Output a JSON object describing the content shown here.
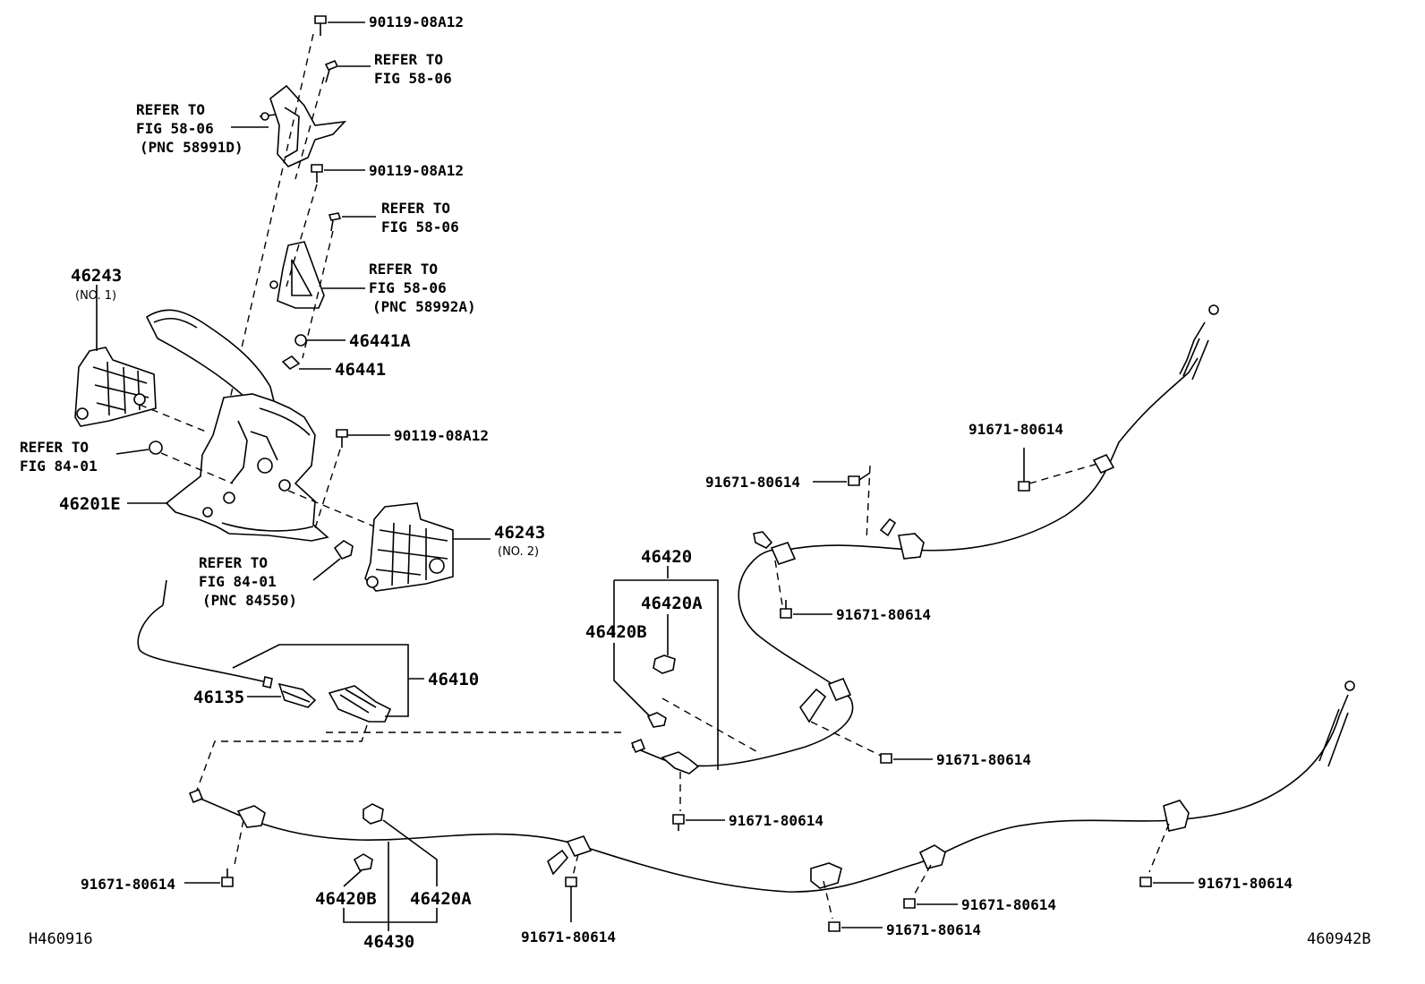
{
  "labels": {
    "b_top": "90119-08A12",
    "refer1_a": "REFER TO",
    "refer1_b": "FIG 58-06",
    "refer2_a": "REFER TO",
    "refer2_b": "FIG 58-06",
    "refer2_c": "(PNC 58991D)",
    "b_mid": "90119-08A12",
    "refer3_a": "REFER TO",
    "refer3_b": "FIG 58-06",
    "refer4_a": "REFER TO",
    "refer4_b": "FIG 58-06",
    "refer4_c": "(PNC 58992A)",
    "p46243_1": "46243",
    "p46243_1_sub": "(NO. 1)",
    "p46441A": "46441A",
    "p46441": "46441",
    "b_low": "90119-08A12",
    "refer5_a": "REFER TO",
    "refer5_b": "FIG 84-01",
    "p46201E": "46201E",
    "p46243_2": "46243",
    "p46243_2_sub": "(NO. 2)",
    "refer6_a": "REFER TO",
    "refer6_b": "FIG 84-01",
    "refer6_c": "(PNC 84550)",
    "p46410": "46410",
    "p46135": "46135",
    "p46420": "46420",
    "p46420A_r": "46420A",
    "p46420B_r": "46420B",
    "bolt_r1": "91671-80614",
    "bolt_r2": "91671-80614",
    "bolt_r3": "91671-80614",
    "bolt_r4": "91671-80614",
    "bolt_r5": "91671-80614",
    "bolt_l1": "91671-80614",
    "p46420B_l": "46420B",
    "p46420A_l": "46420A",
    "p46430": "46430",
    "bolt_b1": "91671-80614",
    "bolt_b2": "91671-80614",
    "bolt_b3": "91671-80614",
    "bolt_b4": "91671-80614",
    "code_left": "H460916",
    "code_right": "460942B"
  }
}
